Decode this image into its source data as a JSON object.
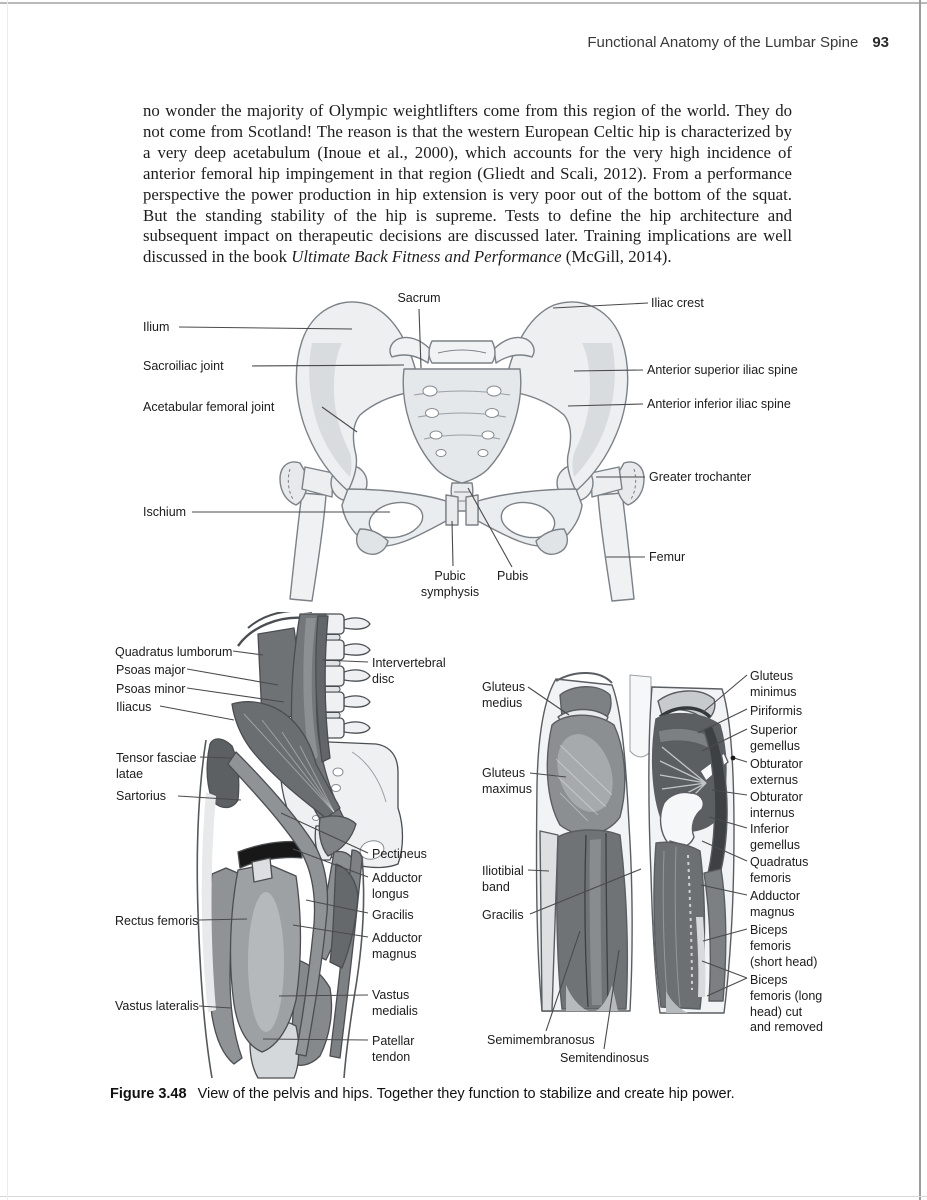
{
  "header": {
    "running_head": "Functional Anatomy of the Lumbar Spine",
    "page_number": "93"
  },
  "paragraph": {
    "text_before_italic": "no wonder the majority of Olympic weightlifters come from this region of the world. They do not come from Scotland! The reason is that the western European Celtic hip is characterized by a very deep acetabulum (Inoue et al., 2000), which accounts for the very high incidence of anterior femoral hip impingement in that region (Gliedt and Scali, 2012). From a performance perspective the power production in hip extension is very poor out of the bottom of the squat. But the standing stability of the hip is supreme. Tests to define the hip architecture and subsequent impact on therapeutic decisions are discussed later. Training implications are well discussed in the book ",
    "italic_title": "Ultimate Back Fitness and Performance",
    "text_after_italic": " (McGill, 2014)."
  },
  "figure_pelvis": {
    "labels": {
      "sacrum": "Sacrum",
      "iliac_crest": "Iliac crest",
      "ilium": "Ilium",
      "sacroiliac_joint": "Sacroiliac joint",
      "asis": "Anterior superior iliac spine",
      "aiis": "Anterior inferior iliac spine",
      "acetabular_femoral_joint": "Acetabular femoral joint",
      "greater_trochanter": "Greater trochanter",
      "ischium": "Ischium",
      "femur": "Femur",
      "pubic_symphysis": "Pubic symphysis",
      "pubis": "Pubis"
    }
  },
  "figure_anterior": {
    "labels": {
      "quadratus_lumborum": "Quadratus lumborum",
      "psoas_major": "Psoas major",
      "psoas_minor": "Psoas minor",
      "iliacus": "Iliacus",
      "intervertebral_disc": "Intervertebral disc",
      "tensor_fasciae_latae": "Tensor fasciae latae",
      "sartorius": "Sartorius",
      "pectineus": "Pectineus",
      "adductor_longus": "Adductor longus",
      "gracilis": "Gracilis",
      "adductor_magnus": "Adductor magnus",
      "rectus_femoris": "Rectus femoris",
      "vastus_lateralis": "Vastus lateralis",
      "vastus_medialis": "Vastus medialis",
      "patellar_tendon": "Patellar tendon"
    }
  },
  "figure_posterior": {
    "labels": {
      "gluteus_medius": "Gluteus medius",
      "gluteus_maximus": "Gluteus maximus",
      "iliotibial_band": "Iliotibial band",
      "gracilis": "Gracilis",
      "semimembranosus": "Semimembranosus",
      "semitendinosus": "Semitendinosus",
      "gluteus_minimus": "Gluteus minimus",
      "piriformis": "Piriformis",
      "superior_gemellus": "Superior gemellus",
      "obturator_externus": "Obturator externus",
      "obturator_internus": "Obturator internus",
      "inferior_gemellus": "Inferior gemellus",
      "quadratus_femoris": "Quadratus femoris",
      "adductor_magnus": "Adductor magnus",
      "biceps_femoris_short": "Biceps femoris (short head)",
      "biceps_femoris_long": "Biceps femoris (long head) cut and removed"
    }
  },
  "caption": {
    "label": "Figure 3.48",
    "text": "View of the pelvis and hips. Together they function to stabilize and create hip power."
  }
}
